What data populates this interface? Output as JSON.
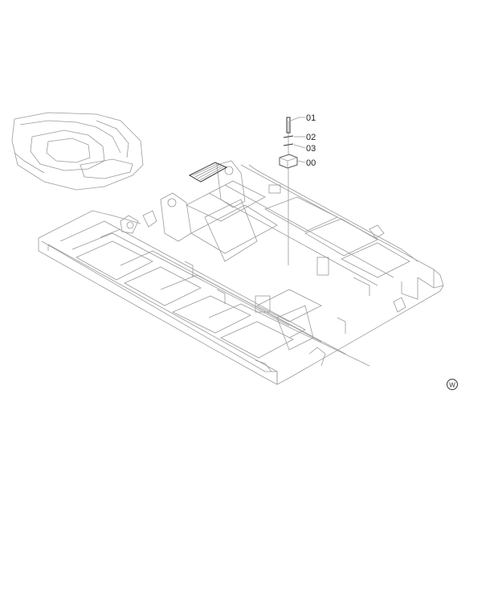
{
  "callouts": [
    {
      "id": "01",
      "label": "01"
    },
    {
      "id": "02",
      "label": "02"
    },
    {
      "id": "03",
      "label": "03"
    },
    {
      "id": "00",
      "label": "00"
    }
  ],
  "mark": {
    "label": "W"
  }
}
